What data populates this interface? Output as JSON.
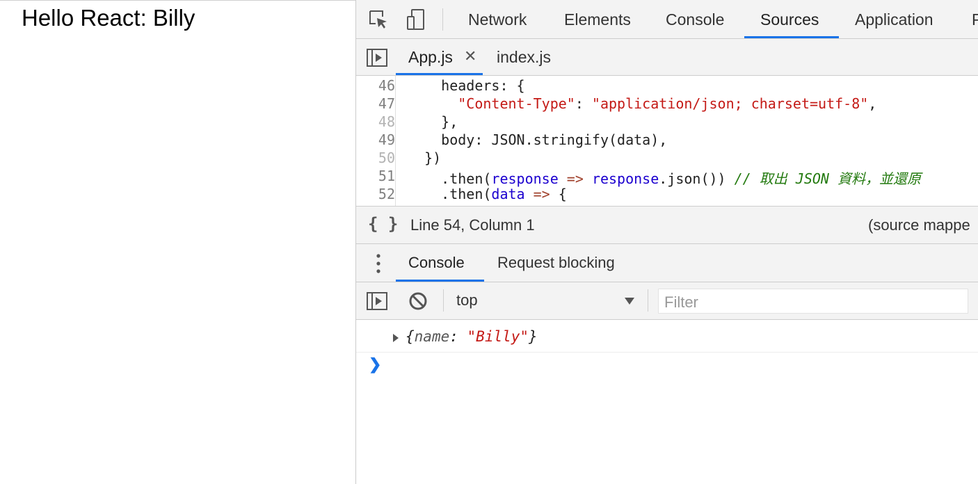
{
  "page": {
    "heading": "Hello React: Billy"
  },
  "devtools": {
    "toolbar": {
      "icons": [
        "inspect-element-icon",
        "device-toolbar-icon"
      ],
      "tabs": [
        {
          "label": "Network"
        },
        {
          "label": "Elements"
        },
        {
          "label": "Console"
        },
        {
          "label": "Sources",
          "active": true
        },
        {
          "label": "Application"
        },
        {
          "label": "P"
        }
      ]
    },
    "files": {
      "tabs": [
        {
          "label": "App.js",
          "active": true,
          "close": "✕"
        },
        {
          "label": "index.js"
        }
      ]
    },
    "editor": {
      "lines": [
        {
          "n": "46",
          "text": "    headers: {"
        },
        {
          "n": "47",
          "key": "\"Content-Type\"",
          "value": "\"application/json; charset=utf-8\""
        },
        {
          "n": "48",
          "text": "    },"
        },
        {
          "n": "49",
          "text": "    body: JSON.stringify(data),"
        },
        {
          "n": "50",
          "text": "  })"
        },
        {
          "n": "51",
          "prefix": "    .then(",
          "arg": "response",
          "arrow": "=>",
          "mid": "response",
          "rest": ".json())",
          "comment": "// 取出 JSON 資料，並還原"
        },
        {
          "n": "52",
          "prefix": "    .then(",
          "arg": "data",
          "arrow": "=>",
          "rest": "{"
        }
      ]
    },
    "status": {
      "format_icon": "{ }",
      "position": "Line 54, Column 1",
      "source_map": "(source mappe"
    },
    "drawer": {
      "tabs": [
        {
          "label": "Console",
          "active": true
        },
        {
          "label": "Request blocking"
        }
      ]
    },
    "console": {
      "context": "top",
      "filter_placeholder": "Filter",
      "output": {
        "prefix": "{",
        "key": "name",
        "sep": ": ",
        "value": "\"Billy\"",
        "suffix": "}"
      },
      "prompt": "❯"
    },
    "colors": {
      "accent": "#1a73e8",
      "string": "#c41a16",
      "keyword": "#1c00cf",
      "comment": "#237a0f"
    }
  }
}
